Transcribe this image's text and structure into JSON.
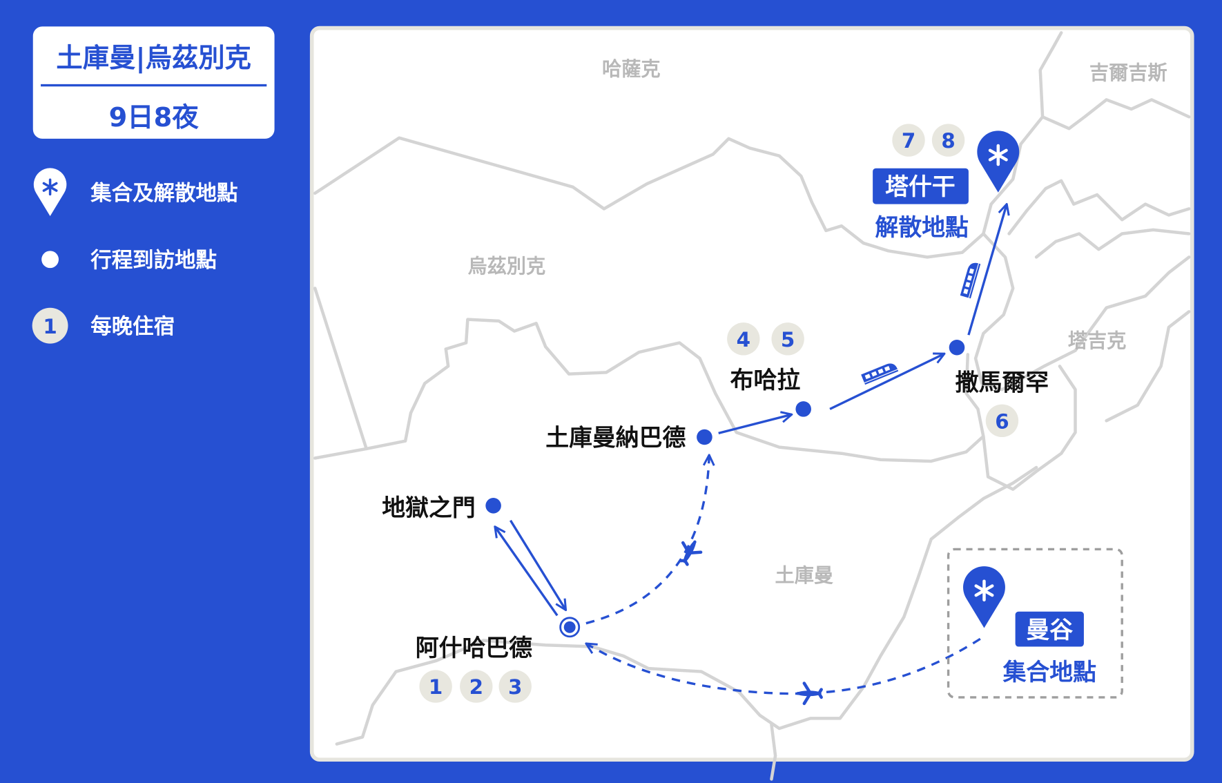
{
  "title": {
    "destination": "土庫曼|烏茲別克",
    "duration": "9日8夜"
  },
  "legend": [
    {
      "icon": "asterisk-pin-icon",
      "label": "集合及解散地點"
    },
    {
      "icon": "dot-icon",
      "label": "行程到訪地點"
    },
    {
      "icon": "night-badge-icon",
      "badge": "1",
      "label": "每晚住宿"
    }
  ],
  "map": {
    "countries": {
      "kazakhstan": "哈薩克",
      "kyrgyzstan": "吉爾吉斯",
      "uzbekistan": "烏茲別克",
      "tajikistan": "塔吉克",
      "turkmenistan": "土庫曼"
    },
    "cities": {
      "darvaza": "地獄之門",
      "ashgabat": "阿什哈巴德",
      "turkmenabat": "土庫曼納巴德",
      "bukhara": "布哈拉",
      "samarkand": "撒馬爾罕"
    },
    "start": {
      "name": "曼谷",
      "caption": "集合地點"
    },
    "end": {
      "name": "塔什干",
      "caption": "解散地點"
    },
    "nights": {
      "ashgabat": [
        "1",
        "2",
        "3"
      ],
      "bukhara": [
        "4",
        "5"
      ],
      "samarkand": [
        "6"
      ],
      "tashkent": [
        "7",
        "8"
      ]
    },
    "transport": {
      "flight": "plane-icon",
      "rail": "train-icon"
    }
  },
  "colors": {
    "brand": "#2650D2",
    "border": "#d4d4d4",
    "badge": "#e8e7df",
    "country_label": "#b8b8b8"
  }
}
